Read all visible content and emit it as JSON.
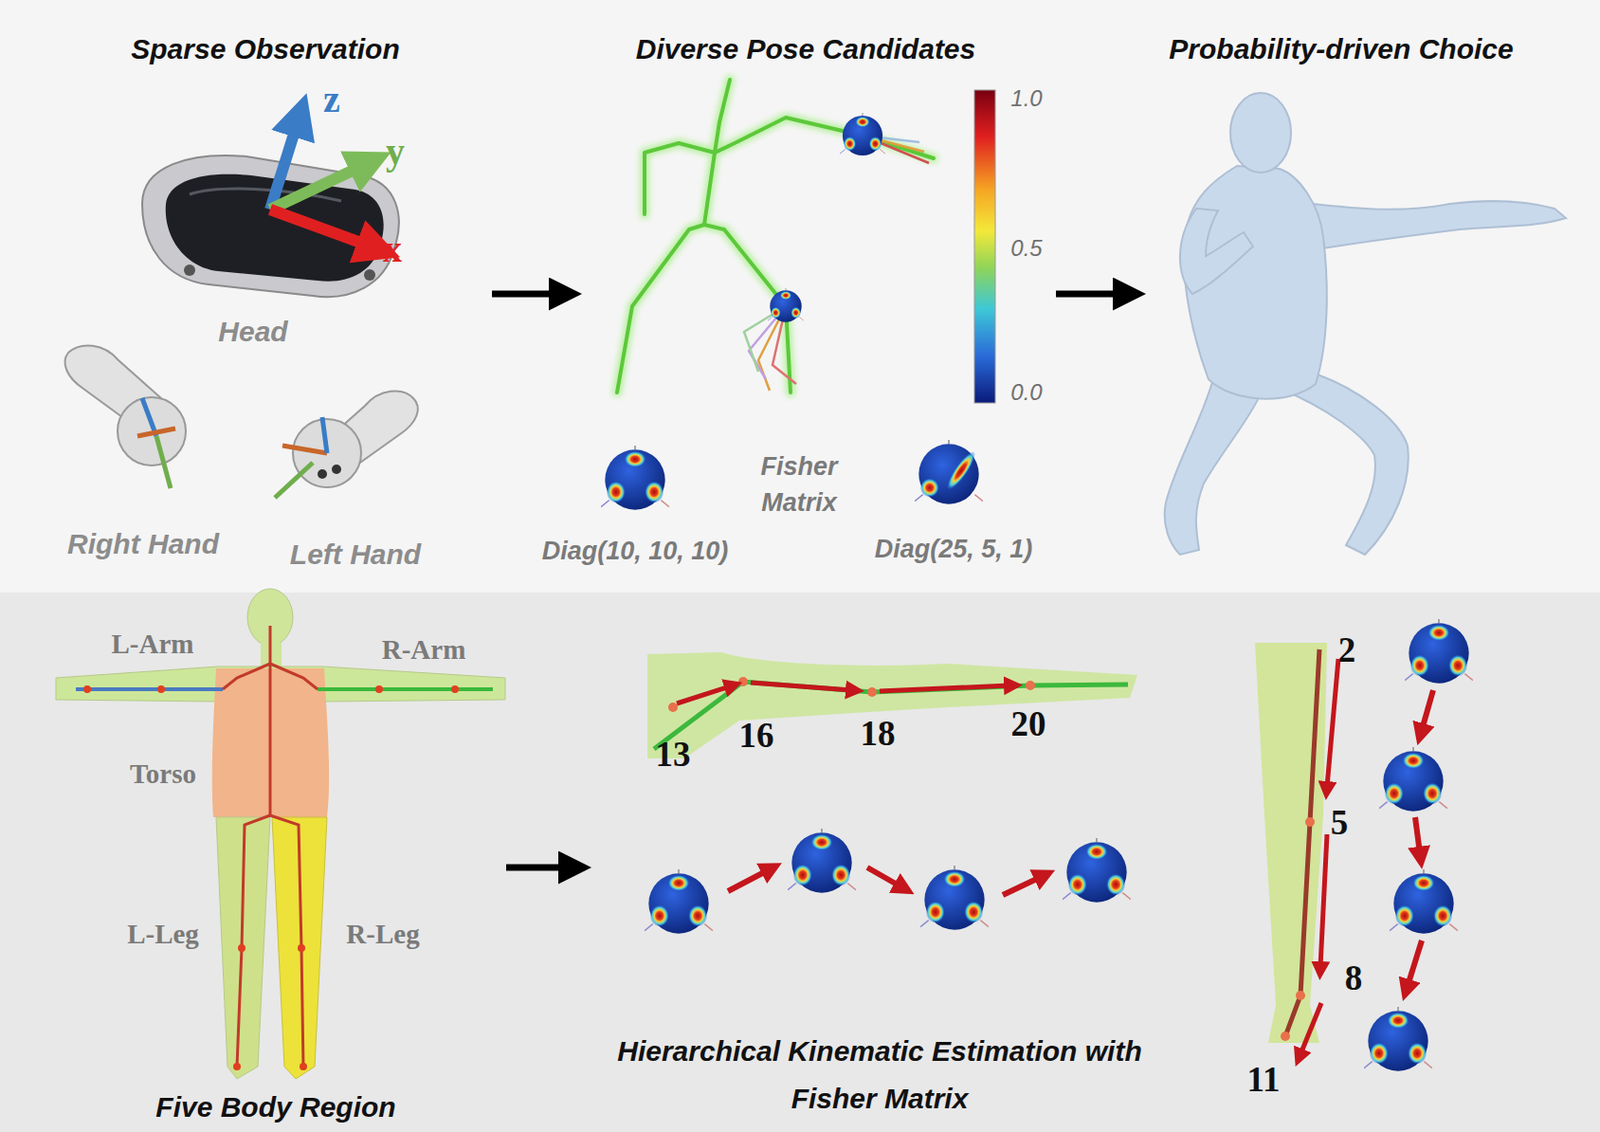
{
  "diagram": {
    "nodes": [
      {
        "text": [
          "Sparse Observation"
        ]
      },
      {
        "text": [
          "Diverse Pose Candidates"
        ]
      },
      {
        "text": [
          "Probability-driven Choice"
        ]
      },
      {
        "text": [
          "Five Body Region"
        ]
      },
      {
        "text": [
          "Hierarchical Kinematic Estimation with Fisher Matrix"
        ]
      }
    ],
    "edges": [
      {
        "from": 0,
        "to": 1,
        "arrow": "to"
      },
      {
        "from": 1,
        "to": 2,
        "arrow": "to"
      },
      {
        "from": 3,
        "to": 4,
        "arrow": "to"
      }
    ],
    "labels": [
      "z",
      "y",
      "x",
      "Head",
      "Right Hand",
      "Left Hand",
      "1.0",
      "0.5",
      "0.0",
      "Fisher Matrix",
      "Diag(10, 10, 10)",
      "Diag(25, 5, 1)",
      "L-Arm",
      "R-Arm",
      "Torso",
      "L-Leg",
      "R-Leg",
      "13",
      "16",
      "18",
      "20",
      "2",
      "5",
      "8",
      "11"
    ]
  }
}
